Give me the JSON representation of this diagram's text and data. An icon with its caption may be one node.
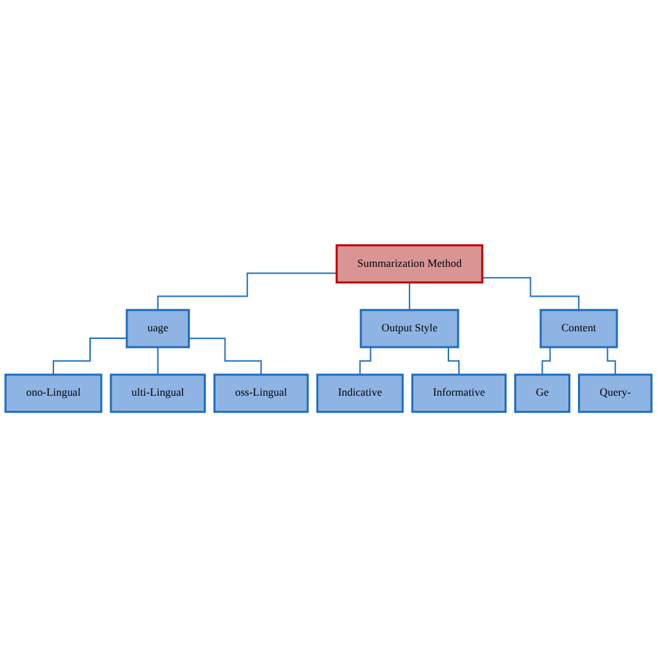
{
  "diagram": {
    "nodes": [
      {
        "text": [
          "Summarization Method"
        ]
      },
      {
        "text": [
          "uage"
        ]
      },
      {
        "text": [
          "Output Style"
        ]
      },
      {
        "text": [
          "Content"
        ]
      },
      {
        "text": [
          "ono-Lingual"
        ]
      },
      {
        "text": [
          "ulti-Lingual"
        ]
      },
      {
        "text": [
          "oss-Lingual"
        ]
      },
      {
        "text": [
          "Indicative"
        ]
      },
      {
        "text": [
          "Informative"
        ]
      },
      {
        "text": [
          "Ge"
        ]
      },
      {
        "text": [
          "Query-"
        ]
      }
    ],
    "edges": [
      {
        "from": 0,
        "to": 1,
        "arrow": "none"
      },
      {
        "from": 0,
        "to": 2,
        "arrow": "none"
      },
      {
        "from": 0,
        "to": 3,
        "arrow": "none"
      },
      {
        "from": 1,
        "to": 4,
        "arrow": "none"
      },
      {
        "from": 1,
        "to": 5,
        "arrow": "none"
      },
      {
        "from": 1,
        "to": 6,
        "arrow": "none"
      },
      {
        "from": 2,
        "to": 7,
        "arrow": "none"
      },
      {
        "from": 2,
        "to": 8,
        "arrow": "none"
      },
      {
        "from": 3,
        "to": 9,
        "arrow": "none"
      },
      {
        "from": 3,
        "to": 10,
        "arrow": "none"
      }
    ]
  }
}
